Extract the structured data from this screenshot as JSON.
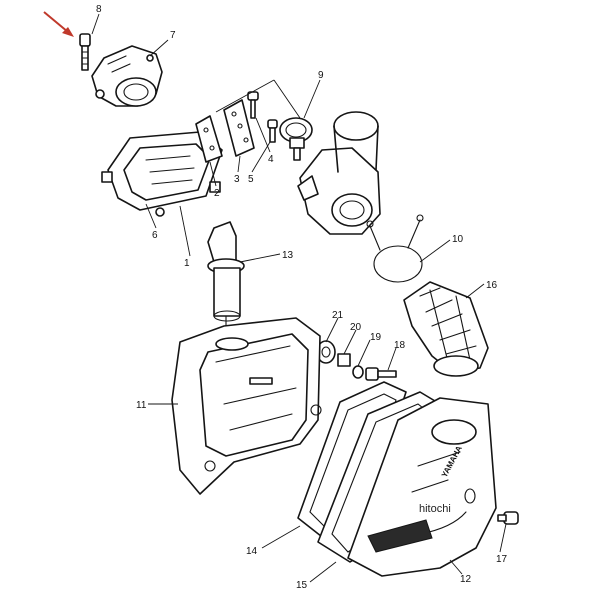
{
  "part_labels": [
    "1",
    "2",
    "3",
    "4",
    "5",
    "6",
    "7",
    "8",
    "9",
    "10",
    "11",
    "12",
    "13",
    "14",
    "15",
    "16",
    "17",
    "18",
    "19",
    "20",
    "21"
  ],
  "watermark": "hitochi",
  "brand_text": "YAMAHA",
  "colors": {
    "line": "#151515",
    "arrow": "#c0392b",
    "background": "#ffffff"
  },
  "icons": {
    "pointer": "red-arrow-icon"
  }
}
